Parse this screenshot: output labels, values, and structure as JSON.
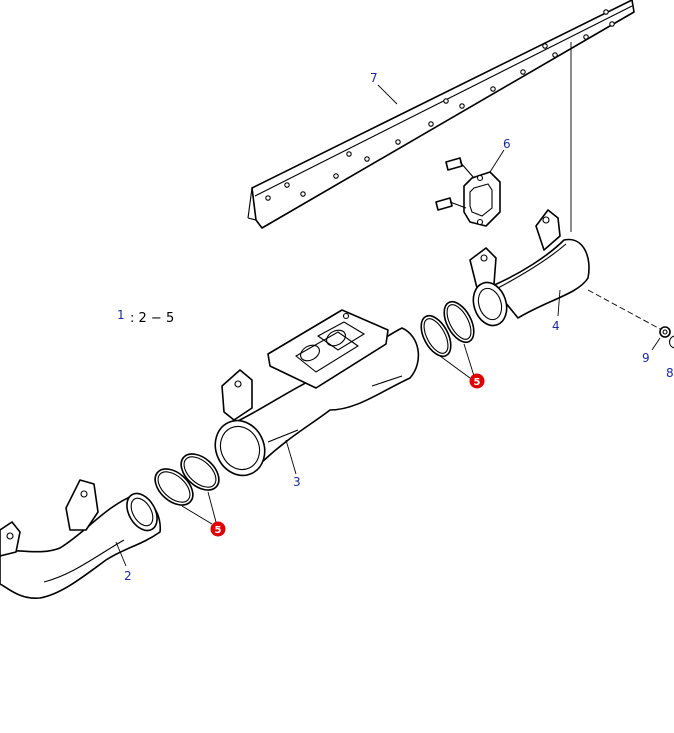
{
  "labels": {
    "p1": "1",
    "p2": "2",
    "p3": "3",
    "p4": "4",
    "p5a": "5",
    "p5b": "5",
    "p6": "6",
    "p7": "7",
    "p8": "8",
    "p9": "9"
  },
  "range_note": ": 2 − 5",
  "colors": {
    "label": "#1a2a9c",
    "badge": "#e00000",
    "line": "#000000",
    "background": "#ffffff"
  }
}
